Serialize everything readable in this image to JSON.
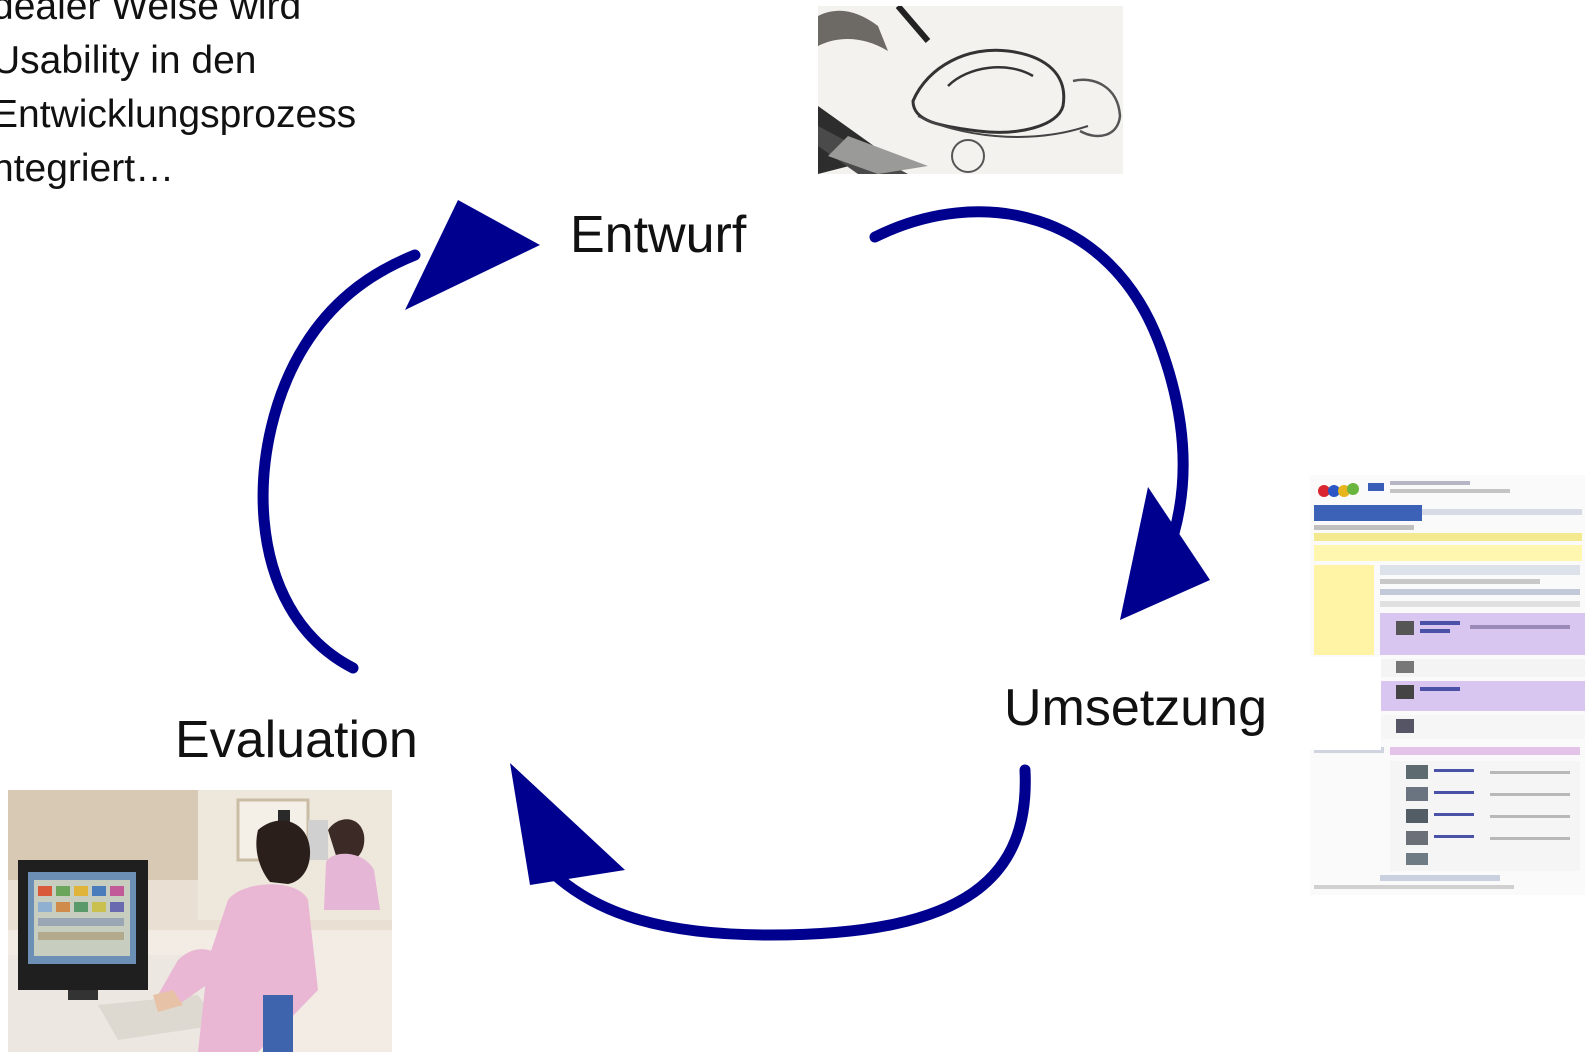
{
  "intro": {
    "lines": [
      "dealer Weise wird",
      "Usability in den",
      "Entwicklungsprozess",
      "ntegriert…"
    ]
  },
  "stages": {
    "design": "Entwurf",
    "implementation": "Umsetzung",
    "evaluation": "Evaluation"
  },
  "colors": {
    "arrow": "#00008f",
    "text": "#111111",
    "background": "#ffffff"
  },
  "images": {
    "sketch": "pen-sketch-photo",
    "website": "ebay-listing-screenshot",
    "evaluation": "user-testing-photo"
  }
}
